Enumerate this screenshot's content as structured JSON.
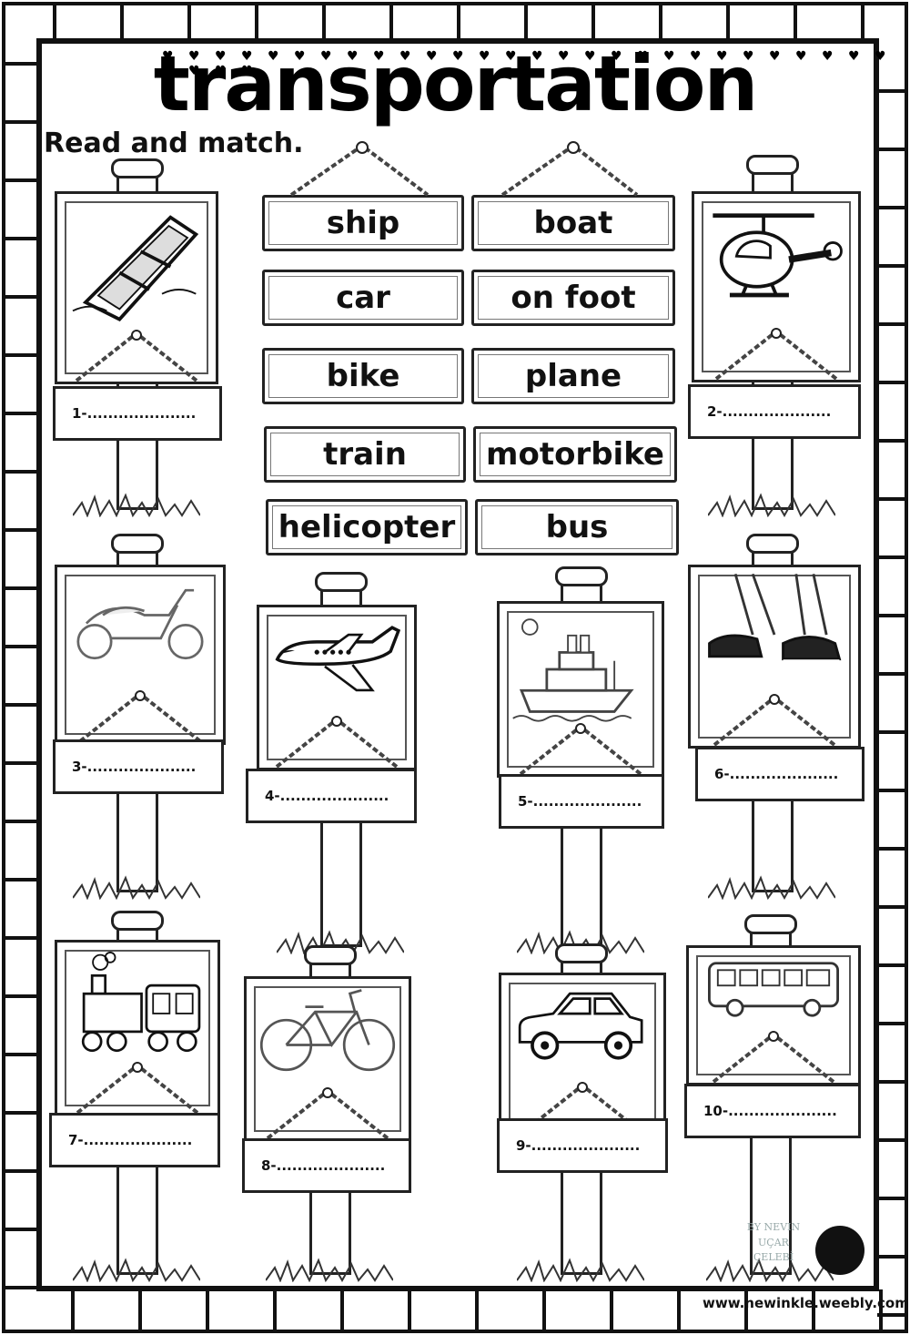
{
  "worksheet": {
    "title": "transportation",
    "instruction": "Read and match."
  },
  "word_bank": [
    {
      "word": "ship"
    },
    {
      "word": "boat"
    },
    {
      "word": "car"
    },
    {
      "word": "on foot"
    },
    {
      "word": "bike"
    },
    {
      "word": "plane"
    },
    {
      "word": "train"
    },
    {
      "word": "motorbike"
    },
    {
      "word": "helicopter"
    },
    {
      "word": "bus"
    }
  ],
  "cards": [
    {
      "label": "1-.....................",
      "picture": "rowboat-icon"
    },
    {
      "label": "2-.....................",
      "picture": "helicopter-icon"
    },
    {
      "label": "3-.....................",
      "picture": "scooter-icon"
    },
    {
      "label": "4-.....................",
      "picture": "airplane-icon"
    },
    {
      "label": "5-.....................",
      "picture": "ship-icon"
    },
    {
      "label": "6-.....................",
      "picture": "walking-shoes-icon"
    },
    {
      "label": "7-.....................",
      "picture": "train-icon"
    },
    {
      "label": "8-.....................",
      "picture": "bicycle-icon"
    },
    {
      "label": "9-.....................",
      "picture": "car-icon"
    },
    {
      "label": "10-.....................",
      "picture": "bus-icon"
    }
  ],
  "footer": {
    "website": "www.newinkle.weebly.com",
    "credit_line1": "BY NEVIN UÇAR",
    "credit_line2": "ÇELEBİ"
  }
}
